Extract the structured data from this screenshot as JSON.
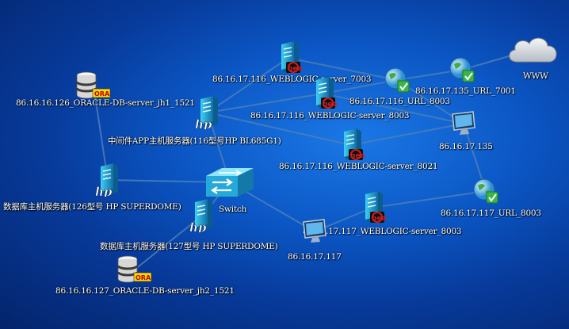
{
  "nodes": [
    {
      "id": "db1",
      "label": "86.16.16.126_ORACLE-DB-server_jh1_1521",
      "icon": "database-icon",
      "badge": "ORA"
    },
    {
      "id": "app116",
      "label": "中间件APP主机服务器(116型号HP BL685G1)",
      "icon": "server-icon",
      "badge": "hp"
    },
    {
      "id": "srv126",
      "label": "数据库主机服务器(126型号 HP SUPERDOME)",
      "icon": "server-icon",
      "badge": "hp"
    },
    {
      "id": "switch",
      "label": "Switch",
      "icon": "switch-icon"
    },
    {
      "id": "srv127",
      "label": "数据库主机服务器(127型号 HP SUPERDOME)",
      "icon": "server-icon",
      "badge": "hp"
    },
    {
      "id": "db2",
      "label": "86.16.16.127_ORACLE-DB-server_jh2_1521",
      "icon": "database-icon",
      "badge": "ORA"
    },
    {
      "id": "wl7003",
      "label": "86.16.17.116_WEBLOGIC-server_7003",
      "icon": "weblogic-server-icon",
      "badge": "bea"
    },
    {
      "id": "wl8003",
      "label": "86.16.17.116_WEBLOGIC-server_8003",
      "icon": "weblogic-server-icon",
      "badge": "bea"
    },
    {
      "id": "wl8021",
      "label": "86.16.17.116_WEBLOGIC-server_8021",
      "icon": "weblogic-server-icon",
      "badge": "bea"
    },
    {
      "id": "wl117",
      "label": "86.16.17.117_WEBLOGIC-server_8003",
      "icon": "weblogic-server-icon",
      "badge": "bea"
    },
    {
      "id": "url116",
      "label": "86.16.17.116_URL_8003",
      "icon": "url-globe-icon"
    },
    {
      "id": "url7001",
      "label": "86.16.17.135_URL_7001",
      "icon": "url-globe-icon"
    },
    {
      "id": "url117",
      "label": "86.16.17.117_URL_8003",
      "icon": "url-globe-icon"
    },
    {
      "id": "mon135",
      "label": "86.16.17.135",
      "icon": "monitor-icon"
    },
    {
      "id": "mon117",
      "label": "86.16.17.117",
      "icon": "monitor-icon"
    },
    {
      "id": "www",
      "label": "WWW",
      "icon": "cloud-icon"
    }
  ],
  "links": [
    [
      "db1",
      "srv126"
    ],
    [
      "srv126",
      "switch"
    ],
    [
      "switch",
      "srv127"
    ],
    [
      "srv127",
      "db2"
    ],
    [
      "switch",
      "app116"
    ],
    [
      "app116",
      "wl7003"
    ],
    [
      "app116",
      "wl8003"
    ],
    [
      "app116",
      "wl8021"
    ],
    [
      "wl7003",
      "url116"
    ],
    [
      "wl8003",
      "url116"
    ],
    [
      "url116",
      "url7001"
    ],
    [
      "url7001",
      "www"
    ],
    [
      "url116",
      "mon135"
    ],
    [
      "wl8003",
      "mon135"
    ],
    [
      "wl8021",
      "mon135"
    ],
    [
      "mon135",
      "url117"
    ],
    [
      "switch",
      "mon117"
    ],
    [
      "mon117",
      "wl117"
    ],
    [
      "wl117",
      "url117"
    ]
  ],
  "colors": {
    "link": "#4a7fb8",
    "label": "#ffffff",
    "ora_badge": "#f5d800",
    "bea_badge": "#cc1f1f",
    "hp_badge": "#ffffff"
  }
}
